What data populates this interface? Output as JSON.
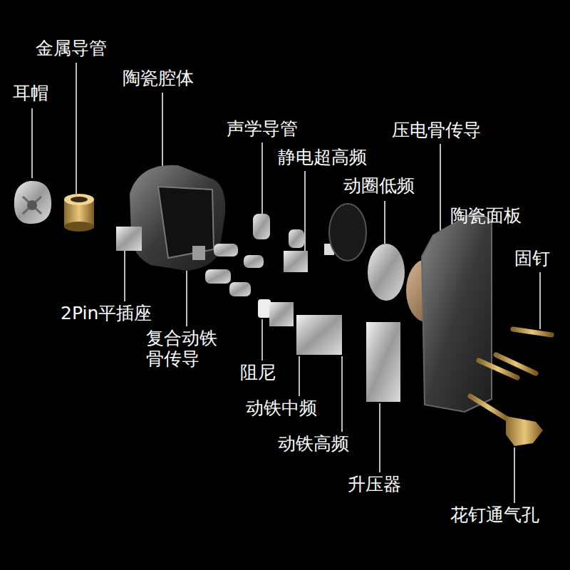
{
  "diagram": {
    "labels": [
      "耳帽",
      "金属导管",
      "陶瓷腔体",
      "声学导管",
      "静电超高频",
      "动圈低频",
      "压电骨传导",
      "陶瓷面板",
      "固钉",
      "2Pin平插座",
      "复合动铁 骨传导",
      "阻尼",
      "动铁中频",
      "动铁高频",
      "升压器",
      "花钉通气孔"
    ]
  }
}
